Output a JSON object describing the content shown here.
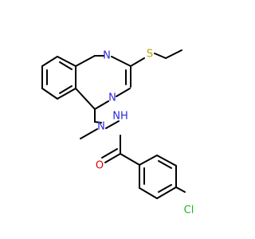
{
  "molecule": {
    "atoms": {
      "n1": "N",
      "n3": "N",
      "s": "S",
      "n_methyl": "N",
      "nh": "NH",
      "o": "O",
      "cl": "Cl"
    },
    "colors": {
      "nitrogen": "#2a2ad8",
      "oxygen": "#e00000",
      "sulfur": "#b5a400",
      "chlorine": "#18b818",
      "carbon_bond": "#000000"
    }
  }
}
